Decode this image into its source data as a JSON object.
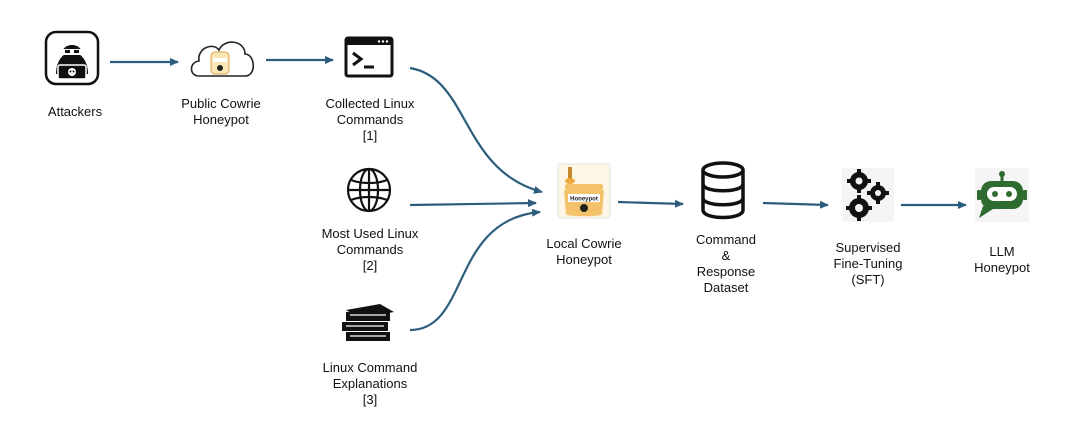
{
  "nodes": {
    "attackers": {
      "label": "Attackers",
      "icon": "hacker-icon"
    },
    "public_honeypot": {
      "label": "Public Cowrie\nHoneypot",
      "icon": "cloud-honeypot-icon"
    },
    "collected": {
      "label": "Collected Linux\nCommands\n[1]",
      "icon": "terminal-icon"
    },
    "most_used": {
      "label": "Most Used Linux\nCommands\n[2]",
      "icon": "globe-icon"
    },
    "explanations": {
      "label": "Linux Command\nExplanations\n[3]",
      "icon": "books-icon"
    },
    "local_honeypot": {
      "label": "Local Cowrie\nHoneypot",
      "icon": "honeypot-jar-icon",
      "jar_text": "Honeypot"
    },
    "dataset": {
      "label": "Command\n&\nResponse\nDataset",
      "icon": "database-icon"
    },
    "sft": {
      "label": "Supervised\nFine-Tuning\n(SFT)",
      "icon": "gears-icon"
    },
    "llm": {
      "label": "LLM\nHoneypot",
      "icon": "robot-chat-icon"
    }
  },
  "colors": {
    "arrow": "#2c5d7c",
    "icon": "#111111",
    "honey": "#f3c26b",
    "honey_light": "#fbe6b5",
    "robot": "#2e6b2e"
  }
}
